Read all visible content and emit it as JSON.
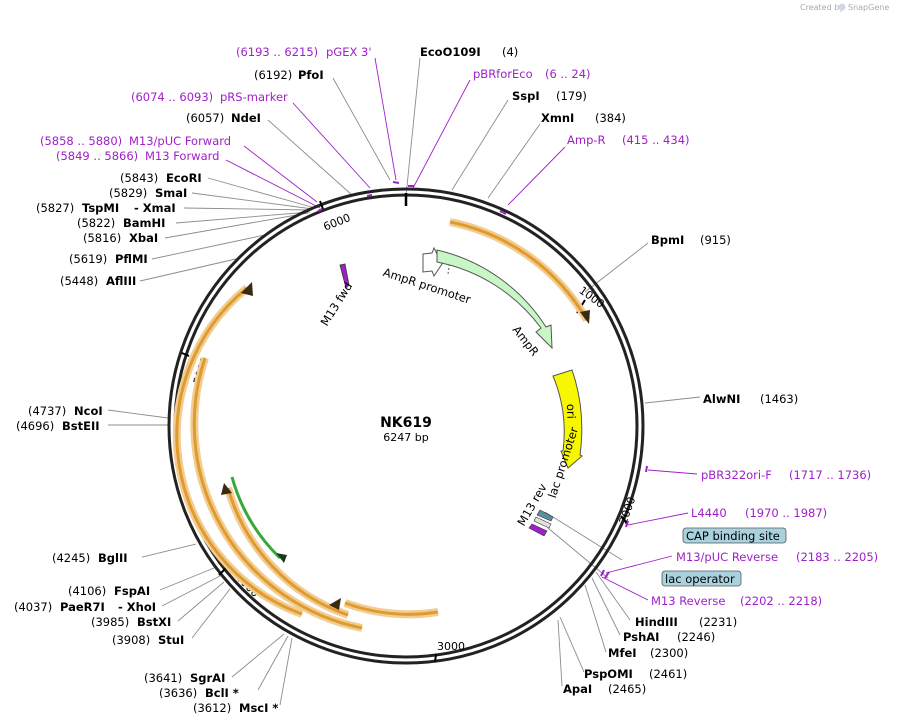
{
  "credit": {
    "prefix": "Created by",
    "brand": "SnapGene"
  },
  "plasmid": {
    "name": "NK619",
    "size_label": "6247 bp"
  },
  "ring_ticks": [
    "1000",
    "2000",
    "3000",
    "4000",
    "5000",
    "6000"
  ],
  "enzymes": {
    "ecoo109i": {
      "name": "EcoO109I",
      "pos": "(4)"
    },
    "sspi": {
      "name": "SspI",
      "pos": "(179)"
    },
    "xmni": {
      "name": "XmnI",
      "pos": "(384)"
    },
    "bpmi": {
      "name": "BpmI",
      "pos": "(915)"
    },
    "alwni": {
      "name": "AlwNI",
      "pos": "(1463)"
    },
    "hindiii": {
      "name": "HindIII",
      "pos": "(2231)"
    },
    "pshai": {
      "name": "PshAI",
      "pos": "(2246)"
    },
    "mfei": {
      "name": "MfeI",
      "pos": "(2300)"
    },
    "pspomi": {
      "name": "PspOMI",
      "pos": "(2461)"
    },
    "apai": {
      "name": "ApaI",
      "pos": "(2465)"
    },
    "mscl": {
      "name": "MscI *",
      "pos": "(3612)"
    },
    "bcli": {
      "name": "BclI *",
      "pos": "(3636)"
    },
    "sgrai": {
      "name": "SgrAI",
      "pos": "(3641)"
    },
    "stui": {
      "name": "StuI",
      "pos": "(3908)"
    },
    "bstxi": {
      "name": "BstXI",
      "pos": "(3985)"
    },
    "paer7i": {
      "name": "PaeR7I",
      "pos": "(4037)",
      "extra": "- XhoI"
    },
    "fspai": {
      "name": "FspAI",
      "pos": "(4106)"
    },
    "bglii": {
      "name": "BglII",
      "pos": "(4245)"
    },
    "bsteii": {
      "name": "BstEII",
      "pos": "(4696)"
    },
    "ncoi": {
      "name": "NcoI",
      "pos": "(4737)"
    },
    "afliii": {
      "name": "AflIII",
      "pos": "(5448)"
    },
    "pfimi": {
      "name": "PflMI",
      "pos": "(5619)"
    },
    "xbai": {
      "name": "XbaI",
      "pos": "(5816)"
    },
    "bamhi": {
      "name": "BamHI",
      "pos": "(5822)"
    },
    "tspmi": {
      "name": "TspMI",
      "pos": "(5827)",
      "extra": "- XmaI"
    },
    "smai": {
      "name": "SmaI",
      "pos": "(5829)"
    },
    "ecori": {
      "name": "EcoRI",
      "pos": "(5843)"
    },
    "ndei": {
      "name": "NdeI",
      "pos": "(6057)"
    },
    "pfoi": {
      "name": "PfoI",
      "pos": "(6192)"
    }
  },
  "primers": {
    "pgex3": {
      "name": "pGEX 3'",
      "range": "(6193 .. 6215)"
    },
    "pbrforeco": {
      "name": "pBRforEco",
      "range": "(6 .. 24)"
    },
    "ampr_primer": {
      "name": "Amp-R",
      "range": "(415 .. 434)"
    },
    "prs_marker": {
      "name": "pRS-marker",
      "range": "(6074 .. 6093)"
    },
    "m13puc_fwd": {
      "name": "M13/pUC Forward",
      "range": "(5858 .. 5880)"
    },
    "m13_fwd": {
      "name": "M13 Forward",
      "range": "(5849 .. 5866)"
    },
    "pbr322ori": {
      "name": "pBR322ori-F",
      "range": "(1717 .. 1736)"
    },
    "l4440": {
      "name": "L4440",
      "range": "(1970 .. 1987)"
    },
    "m13puc_rev": {
      "name": "M13/pUC Reverse",
      "range": "(2183 .. 2205)"
    },
    "m13_rev": {
      "name": "M13 Reverse",
      "range": "(2202 .. 2218)"
    }
  },
  "boxed_features": {
    "cap": "CAP binding site",
    "lacop": "lac operator"
  },
  "features": {
    "m13fwd": "M13 fwd",
    "ampr_promoter": "AmpR promoter",
    "ampr": "AmpR",
    "ori": "ori",
    "lac_promoter": "lac promoter",
    "m13rev": "M13 rev"
  },
  "colors": {
    "primer": "#a020c8",
    "ampr": "#c8f7c5",
    "ori": "#f7f700",
    "orf": "#e8b04d",
    "green_arrow": "#38a838",
    "box_fill": "#a8d3de"
  }
}
